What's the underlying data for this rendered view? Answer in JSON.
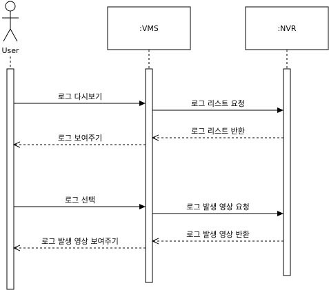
{
  "actor": {
    "label": "User"
  },
  "participants": [
    {
      "id": "vms",
      "label": ":VMS"
    },
    {
      "id": "nvr",
      "label": ":NVR"
    }
  ],
  "messages": [
    {
      "from": "user",
      "to": "vms",
      "label": "로그 다시보기",
      "kind": "sync"
    },
    {
      "from": "vms",
      "to": "nvr",
      "label": "로그 리스트 요청",
      "kind": "sync"
    },
    {
      "from": "nvr",
      "to": "vms",
      "label": "로그 리스트 반환",
      "kind": "return"
    },
    {
      "from": "vms",
      "to": "user",
      "label": "로그 보여주기",
      "kind": "return"
    },
    {
      "from": "user",
      "to": "vms",
      "label": "로그 선택",
      "kind": "sync"
    },
    {
      "from": "vms",
      "to": "nvr",
      "label": "로그 발생 영상 요청",
      "kind": "sync"
    },
    {
      "from": "nvr",
      "to": "vms",
      "label": "로그 발생 영상 반환",
      "kind": "return"
    },
    {
      "from": "vms",
      "to": "user",
      "label": "로그 발생 영상 보여주기",
      "kind": "return"
    }
  ]
}
